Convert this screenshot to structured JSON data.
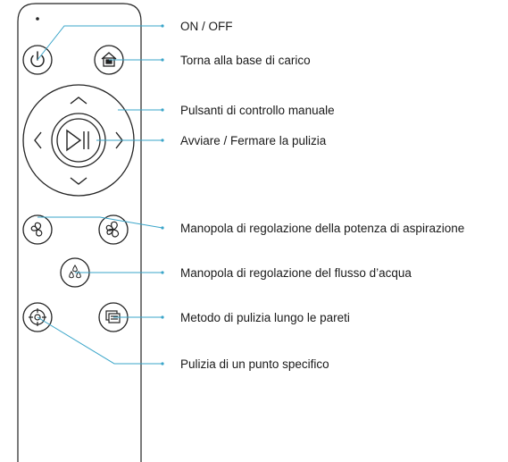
{
  "accent_color": "#3aa5c9",
  "remote": {
    "buttons": [
      {
        "id": "power",
        "icon": "power-icon"
      },
      {
        "id": "home",
        "icon": "home-base-icon"
      },
      {
        "id": "up",
        "icon": "chevron-up-icon"
      },
      {
        "id": "left",
        "icon": "chevron-left-icon"
      },
      {
        "id": "right",
        "icon": "chevron-right-icon"
      },
      {
        "id": "down",
        "icon": "chevron-down-icon"
      },
      {
        "id": "play-pause",
        "icon": "play-pause-icon"
      },
      {
        "id": "fan-low",
        "icon": "fan-icon"
      },
      {
        "id": "fan-high",
        "icon": "fan-icon"
      },
      {
        "id": "water",
        "icon": "water-drops-icon"
      },
      {
        "id": "spot",
        "icon": "spot-target-icon"
      },
      {
        "id": "edge",
        "icon": "edge-clean-icon"
      }
    ]
  },
  "labels": [
    "ON / OFF",
    "Torna alla base di carico",
    "Pulsanti di controllo manuale",
    "Avviare / Fermare la pulizia",
    "Manopola di regolazione della potenza di aspirazione",
    "Manopola di regolazione del flusso d’acqua",
    "Metodo di pulizia lungo le pareti",
    "Pulizia di un punto specifico"
  ]
}
